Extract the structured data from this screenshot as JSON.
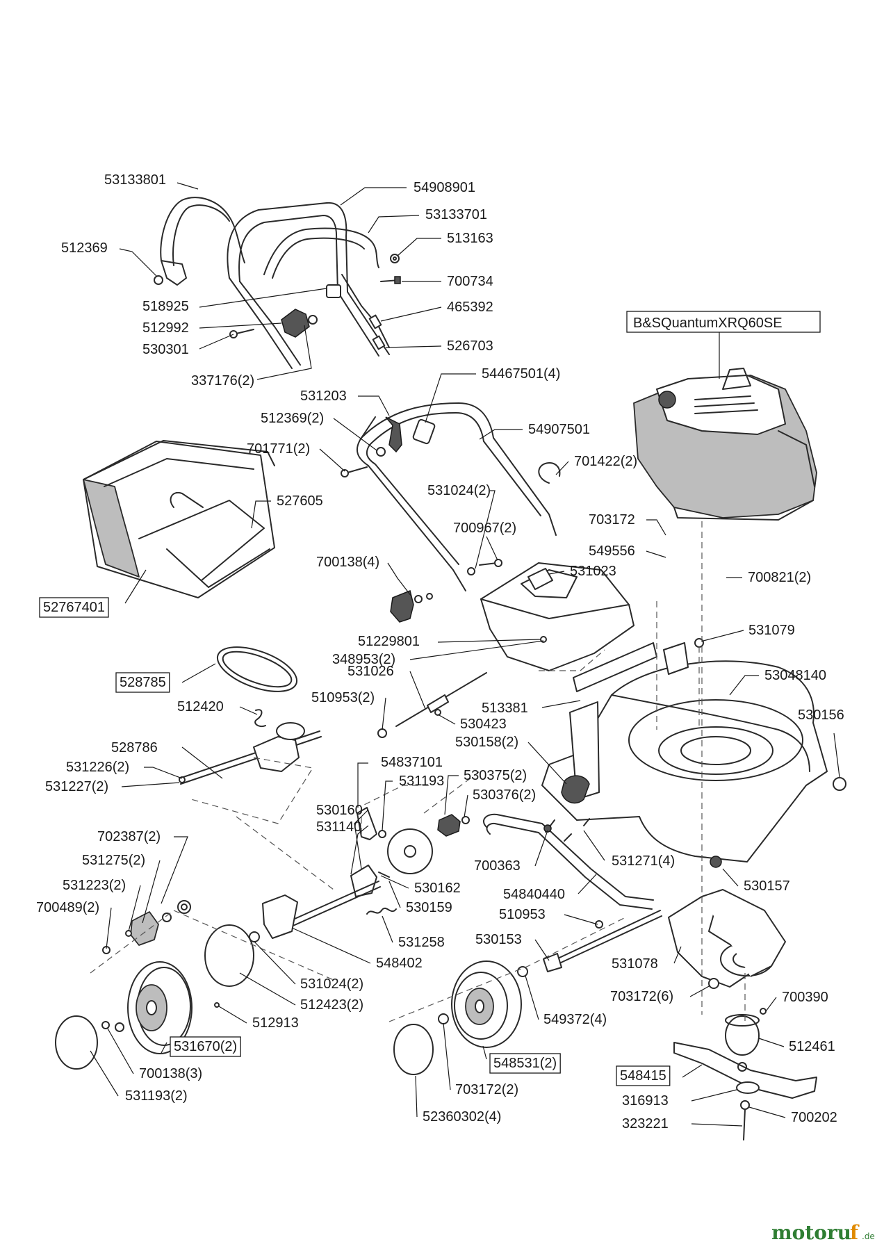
{
  "engine_label": "B&SQuantumXRQ60SE",
  "watermark": {
    "part1": "motoru",
    "part2": "f",
    "suffix": ".de"
  },
  "labels": [
    "53133801",
    "54908901",
    "53133701",
    "512369",
    "513163",
    "700734",
    "518925",
    "465392",
    "512992",
    "530301",
    "526703",
    "337176(2)",
    "531203",
    "54467501(4)",
    "512369(2)",
    "54907501",
    "701771(2)",
    "701422(2)",
    "527605",
    "531024(2)",
    "700967(2)",
    "703172",
    "549556",
    "531023",
    "700821(2)",
    "700138(4)",
    "52767401",
    "51229801",
    "348953(2)",
    "531079",
    "531026",
    "53048140",
    "528785",
    "510953(2)",
    "513381",
    "512420",
    "530423",
    "530156",
    "530158(2)",
    "528786",
    "54837101",
    "531226(2)",
    "530375(2)",
    "531193",
    "531227(2)",
    "530376(2)",
    "530160",
    "531140",
    "702387(2)",
    "531271(4)",
    "531275(2)",
    "700363",
    "530162",
    "531223(2)",
    "530157",
    "54840440",
    "530159",
    "700489(2)",
    "510953",
    "531258",
    "530153",
    "548402",
    "531078",
    "531024(2)",
    "512423(2)",
    "703172(6)",
    "700390",
    "512913",
    "549372(4)",
    "531670(2)",
    "512461",
    "548531(2)",
    "548415",
    "700138(3)",
    "316913",
    "703172(2)",
    "700202",
    "531193(2)",
    "323221",
    "52360302(4)"
  ]
}
